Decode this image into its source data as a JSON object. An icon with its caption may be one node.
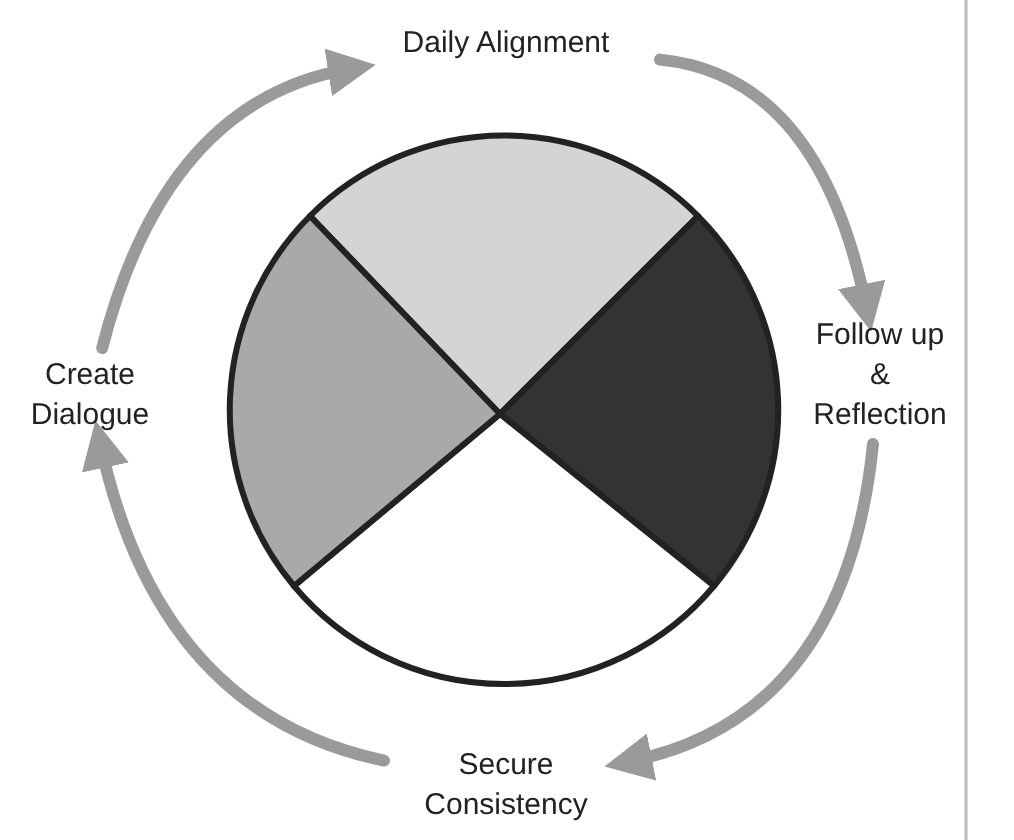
{
  "diagram": {
    "nodes": [
      {
        "text": [
          "Daily Alignment"
        ]
      },
      {
        "text": [
          "Follow up & Reflection"
        ]
      },
      {
        "text": [
          "Secure Consistency"
        ]
      },
      {
        "text": [
          "Create Dialogue"
        ]
      }
    ],
    "edges": [
      {
        "from": 0,
        "to": 1,
        "arrow": "to"
      },
      {
        "from": 1,
        "to": 2,
        "arrow": "to"
      },
      {
        "from": 2,
        "to": 3,
        "arrow": "to"
      },
      {
        "from": 3,
        "to": 0,
        "arrow": "to"
      }
    ]
  }
}
